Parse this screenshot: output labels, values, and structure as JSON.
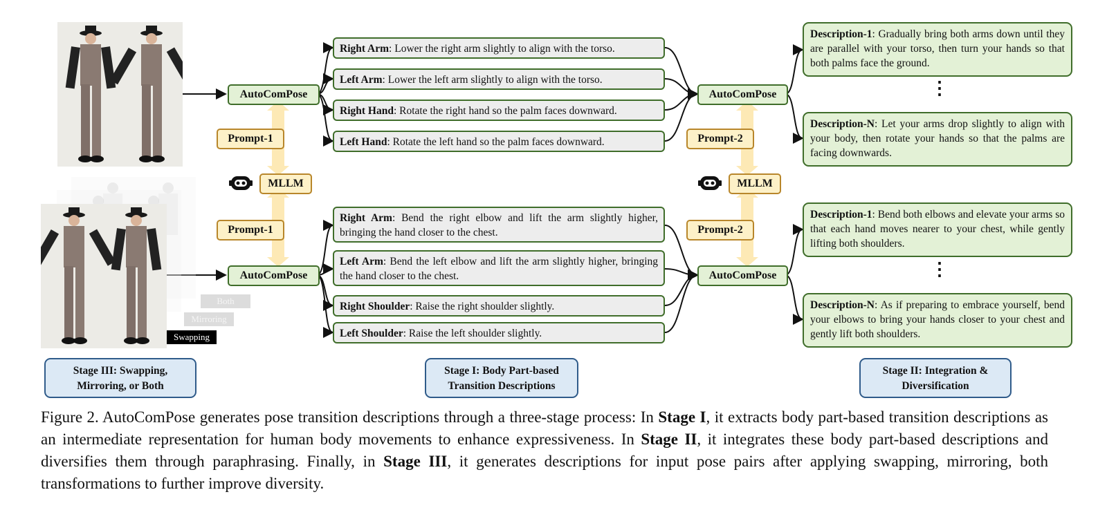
{
  "stage1": {
    "top": {
      "autocompose": "AutoComPose",
      "prompt": "Prompt-1",
      "parts": [
        {
          "name": "Right Arm",
          "text": ": Lower the right arm slightly to align with the torso."
        },
        {
          "name": "Left Arm",
          "text": ": Lower the left arm slightly to align with the torso."
        },
        {
          "name": "Right Hand",
          "text": ": Rotate the right hand so the palm faces downward."
        },
        {
          "name": "Left Hand",
          "text": ": Rotate the left hand so the palm faces downward."
        }
      ]
    },
    "bottom": {
      "autocompose": "AutoComPose",
      "prompt": "Prompt-1",
      "parts": [
        {
          "name": "Right Arm",
          "text": ": Bend the right elbow and lift the arm slightly higher, bringing the hand closer to the chest."
        },
        {
          "name": "Left Arm",
          "text": ": Bend the left elbow and lift the arm slightly higher, bringing the hand closer to the chest."
        },
        {
          "name": "Right Shoulder",
          "text": ": Raise the right shoulder slightly."
        },
        {
          "name": "Left Shoulder",
          "text": ": Raise the left shoulder slightly."
        }
      ]
    },
    "mllm": "MLLM"
  },
  "stage2": {
    "mllm": "MLLM",
    "top": {
      "autocompose": "AutoComPose",
      "prompt": "Prompt-2",
      "desc1": {
        "name": "Description-1",
        "text": ": Gradually bring both arms down until they are parallel with your torso, then turn your hands so that both palms face the ground."
      },
      "descN": {
        "name": "Description-N",
        "text": ": Let your arms drop slightly to align with your body, then rotate your hands so that the palms are facing downwards."
      }
    },
    "bottom": {
      "autocompose": "AutoComPose",
      "prompt": "Prompt-2",
      "desc1": {
        "name": "Description-1",
        "text": ": Bend both elbows and elevate your arms so that each hand moves nearer to your chest, while gently lifting both shoulders."
      },
      "descN": {
        "name": "Description-N",
        "text": ": As if preparing to embrace yourself, bend your elbows to bring your hands closer to your chest and gently lift both shoulders."
      }
    },
    "ellipsis": "⋮"
  },
  "augment_labels": {
    "both": "Both",
    "mirroring": "Mirroring",
    "swapping": "Swapping"
  },
  "stage_labels": {
    "stage3": [
      "Stage III: Swapping,",
      "Mirroring, or Both"
    ],
    "stage1": [
      "Stage I: Body Part-based",
      "Transition Descriptions"
    ],
    "stage2": [
      "Stage II: Integration &",
      "Diversification"
    ]
  },
  "caption": {
    "prefix": "Figure 2.  AutoComPose generates pose transition descriptions through a three-stage process: In ",
    "s1": "Stage I",
    "mid1": ", it extracts body part-based transition descriptions as an intermediate representation for human body movements to enhance expressiveness. In ",
    "s2": "Stage II",
    "mid2": ", it integrates these body part-based descriptions and diversifies them through paraphrasing. Finally, in ",
    "s3": "Stage III",
    "suffix": ", it generates descriptions for input pose pairs after applying swapping, mirroring, both transformations to further improve diversity."
  },
  "icons": {
    "robot": "robot-icon"
  },
  "colors": {
    "green_box": "#e3f1d6",
    "green_border": "#3f6d2a",
    "prompt_fill": "#fdf1c8",
    "stage_fill": "#dce9f5",
    "arrow_band": "#fde9b5"
  }
}
